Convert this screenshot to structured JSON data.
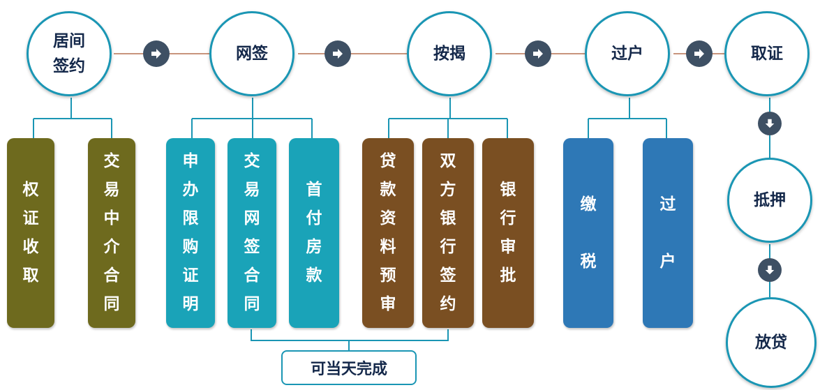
{
  "colors": {
    "connector": "#c8947c",
    "bracket": "#1a96b4",
    "olive": "#6e6a1e",
    "teal": "#1aa3b8",
    "brown": "#7a4f22",
    "blue": "#2e78b6",
    "arrow": "#3e5064"
  },
  "steps": [
    {
      "label": "居间\n签约"
    },
    {
      "label": "网签"
    },
    {
      "label": "按揭"
    },
    {
      "label": "过户"
    },
    {
      "label": "取证"
    },
    {
      "label": "抵押"
    },
    {
      "label": "放贷"
    }
  ],
  "substeps": [
    {
      "label": "权证收取",
      "color": "olive"
    },
    {
      "label": "交易中介合同",
      "color": "olive"
    },
    {
      "label": "申办限购证明",
      "color": "teal"
    },
    {
      "label": "交易网签合同",
      "color": "teal"
    },
    {
      "label": "首付房款",
      "color": "teal"
    },
    {
      "label": "贷款资料预审",
      "color": "brown"
    },
    {
      "label": "双方银行签约",
      "color": "brown"
    },
    {
      "label": "银行审批",
      "color": "brown"
    },
    {
      "label": "缴\n\n税",
      "color": "blue"
    },
    {
      "label": "过\n\n户",
      "color": "blue"
    }
  ],
  "note": {
    "label": "可当天完成"
  },
  "arrows": {
    "right": "arrow-right-icon",
    "down": "arrow-down-icon"
  }
}
